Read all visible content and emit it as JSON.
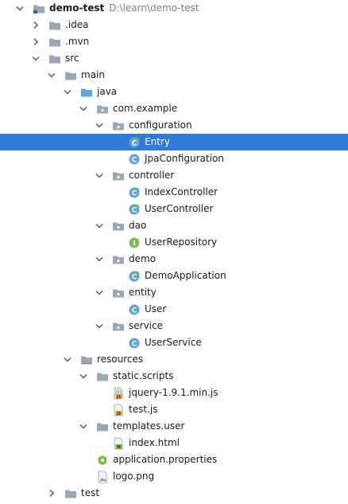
{
  "project": {
    "name": "demo-test",
    "path": "D:\\learn\\demo-test"
  },
  "colors": {
    "selection": "#2f7bd5",
    "folder": "#9aa7b4",
    "source_folder": "#5ba7e6",
    "class_icon": "#5fa6d6",
    "interface_icon": "#7cba5b",
    "js_icon": "#e8b33b"
  },
  "tree": [
    {
      "depth": 0,
      "label": "demo-test",
      "hint": "D:\\learn\\demo-test",
      "arrow": "down",
      "icon": "module-folder-icon",
      "bold": true
    },
    {
      "depth": 1,
      "label": ".idea",
      "arrow": "right",
      "icon": "folder-icon"
    },
    {
      "depth": 1,
      "label": ".mvn",
      "arrow": "right",
      "icon": "folder-icon"
    },
    {
      "depth": 1,
      "label": "src",
      "arrow": "down",
      "icon": "folder-icon"
    },
    {
      "depth": 2,
      "label": "main",
      "arrow": "down",
      "icon": "folder-icon"
    },
    {
      "depth": 3,
      "label": "java",
      "arrow": "down",
      "icon": "source-folder-icon"
    },
    {
      "depth": 4,
      "label": "com.example",
      "arrow": "down",
      "icon": "package-icon"
    },
    {
      "depth": 5,
      "label": "configuration",
      "arrow": "down",
      "icon": "package-icon"
    },
    {
      "depth": 6,
      "label": "Entry",
      "icon": "spring-class-icon",
      "selected": true
    },
    {
      "depth": 6,
      "label": "JpaConfiguration",
      "icon": "class-icon"
    },
    {
      "depth": 5,
      "label": "controller",
      "arrow": "down",
      "icon": "package-icon"
    },
    {
      "depth": 6,
      "label": "IndexController",
      "icon": "spring-class-icon"
    },
    {
      "depth": 6,
      "label": "UserController",
      "icon": "spring-class-icon"
    },
    {
      "depth": 5,
      "label": "dao",
      "arrow": "down",
      "icon": "package-icon"
    },
    {
      "depth": 6,
      "label": "UserRepository",
      "icon": "interface-icon"
    },
    {
      "depth": 5,
      "label": "demo",
      "arrow": "down",
      "icon": "package-icon"
    },
    {
      "depth": 6,
      "label": "DemoApplication",
      "icon": "spring-class-icon"
    },
    {
      "depth": 5,
      "label": "entity",
      "arrow": "down",
      "icon": "package-icon"
    },
    {
      "depth": 6,
      "label": "User",
      "icon": "class-icon"
    },
    {
      "depth": 5,
      "label": "service",
      "arrow": "down",
      "icon": "package-icon"
    },
    {
      "depth": 6,
      "label": "UserService",
      "icon": "class-icon"
    },
    {
      "depth": 3,
      "label": "resources",
      "arrow": "down",
      "icon": "resources-folder-icon"
    },
    {
      "depth": 4,
      "label": "static.scripts",
      "arrow": "down",
      "icon": "folder-icon"
    },
    {
      "depth": 5,
      "label": "jquery-1.9.1.min.js",
      "icon": "minified-js-icon"
    },
    {
      "depth": 5,
      "label": "test.js",
      "icon": "js-file-icon"
    },
    {
      "depth": 4,
      "label": "templates.user",
      "arrow": "down",
      "icon": "folder-icon"
    },
    {
      "depth": 5,
      "label": "index.html",
      "icon": "html-file-icon"
    },
    {
      "depth": 4,
      "label": "application.properties",
      "icon": "properties-file-icon"
    },
    {
      "depth": 4,
      "label": "logo.png",
      "icon": "image-file-icon"
    },
    {
      "depth": 2,
      "label": "test",
      "arrow": "right",
      "icon": "folder-icon"
    }
  ]
}
